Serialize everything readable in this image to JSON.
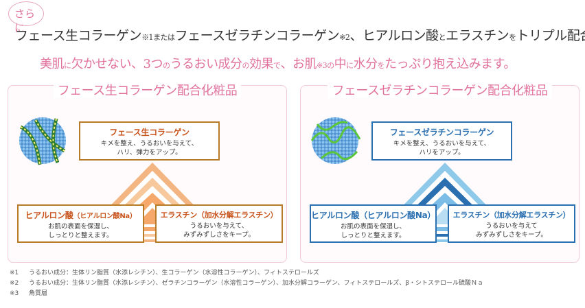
{
  "header": {
    "badge": "さらに",
    "line1_parts": [
      "フェース生コラーゲン",
      "※1",
      "または",
      "フェースゼラチンコラーゲン",
      "※2",
      "、ヒアルロン酸",
      "と",
      "エラスチン",
      "を",
      "トリプル配合！"
    ],
    "line2_parts": [
      "美肌",
      "に",
      "欠かせない、3つ",
      "の",
      "うるおい成分",
      "の",
      "効果",
      "で",
      "、お肌",
      "※3",
      "の",
      "中",
      "に",
      "水分",
      "を",
      "たっぷり抱え込みます。"
    ]
  },
  "left_panel": {
    "title": "フェース生コラーゲン配合化粧品",
    "top": {
      "title": "フェース生コラーゲン",
      "desc": "キメを整え、うるおいを与えて、\nハリ、弾力をアップ。"
    },
    "bottom_left": {
      "title_main": "ヒアルロン酸",
      "title_sub": "（ヒアルロン酸Na）",
      "desc": "お肌の表面を保湿し、\nしっとりと整えます。"
    },
    "bottom_right": {
      "title": "エラスチン（加水分解エラスチン）",
      "desc": "うるおいを与えて、\nみずみずしさをキープ。"
    }
  },
  "right_panel": {
    "title": "フェースゼラチンコラーゲン配合化粧品",
    "top": {
      "title": "フェースゼラチンコラーゲン",
      "desc": "キメを整え、うるおいを与えて、\nハリをアップ。"
    },
    "bottom_left": {
      "title": "ヒアルロン酸（ヒアルロン酸Na）",
      "desc": "お肌の表面を保湿し、\nしっとりと整えます。"
    },
    "bottom_right": {
      "title": "エラスチン（加水分解エラスチン）",
      "desc": "うるおいを与えて\nみずみずしさをキープ。"
    }
  },
  "notes": [
    {
      "mark": "※1",
      "text": "うるおい成分：生体リン脂質（水添レシチン）、生コラーゲン（水溶性コラーゲン）、フィトステロールズ"
    },
    {
      "mark": "※2",
      "text": "うるおい成分：生体リン脂質（水添レシチン）、ゼラチンコラーゲン（水溶性コラーゲン）、加水分解コラーゲン、フィトステロールズ、β・シトステロール硫酸Ｎａ"
    },
    {
      "mark": "※3",
      "text": "角質層"
    }
  ],
  "colors": {
    "pink": "#e0729c",
    "orange": "#c8531b",
    "blue": "#2a6fb0"
  },
  "icons": {
    "left_graphic": "collagen-sphere-icon",
    "right_graphic": "gelatin-collagen-sphere-icon"
  }
}
